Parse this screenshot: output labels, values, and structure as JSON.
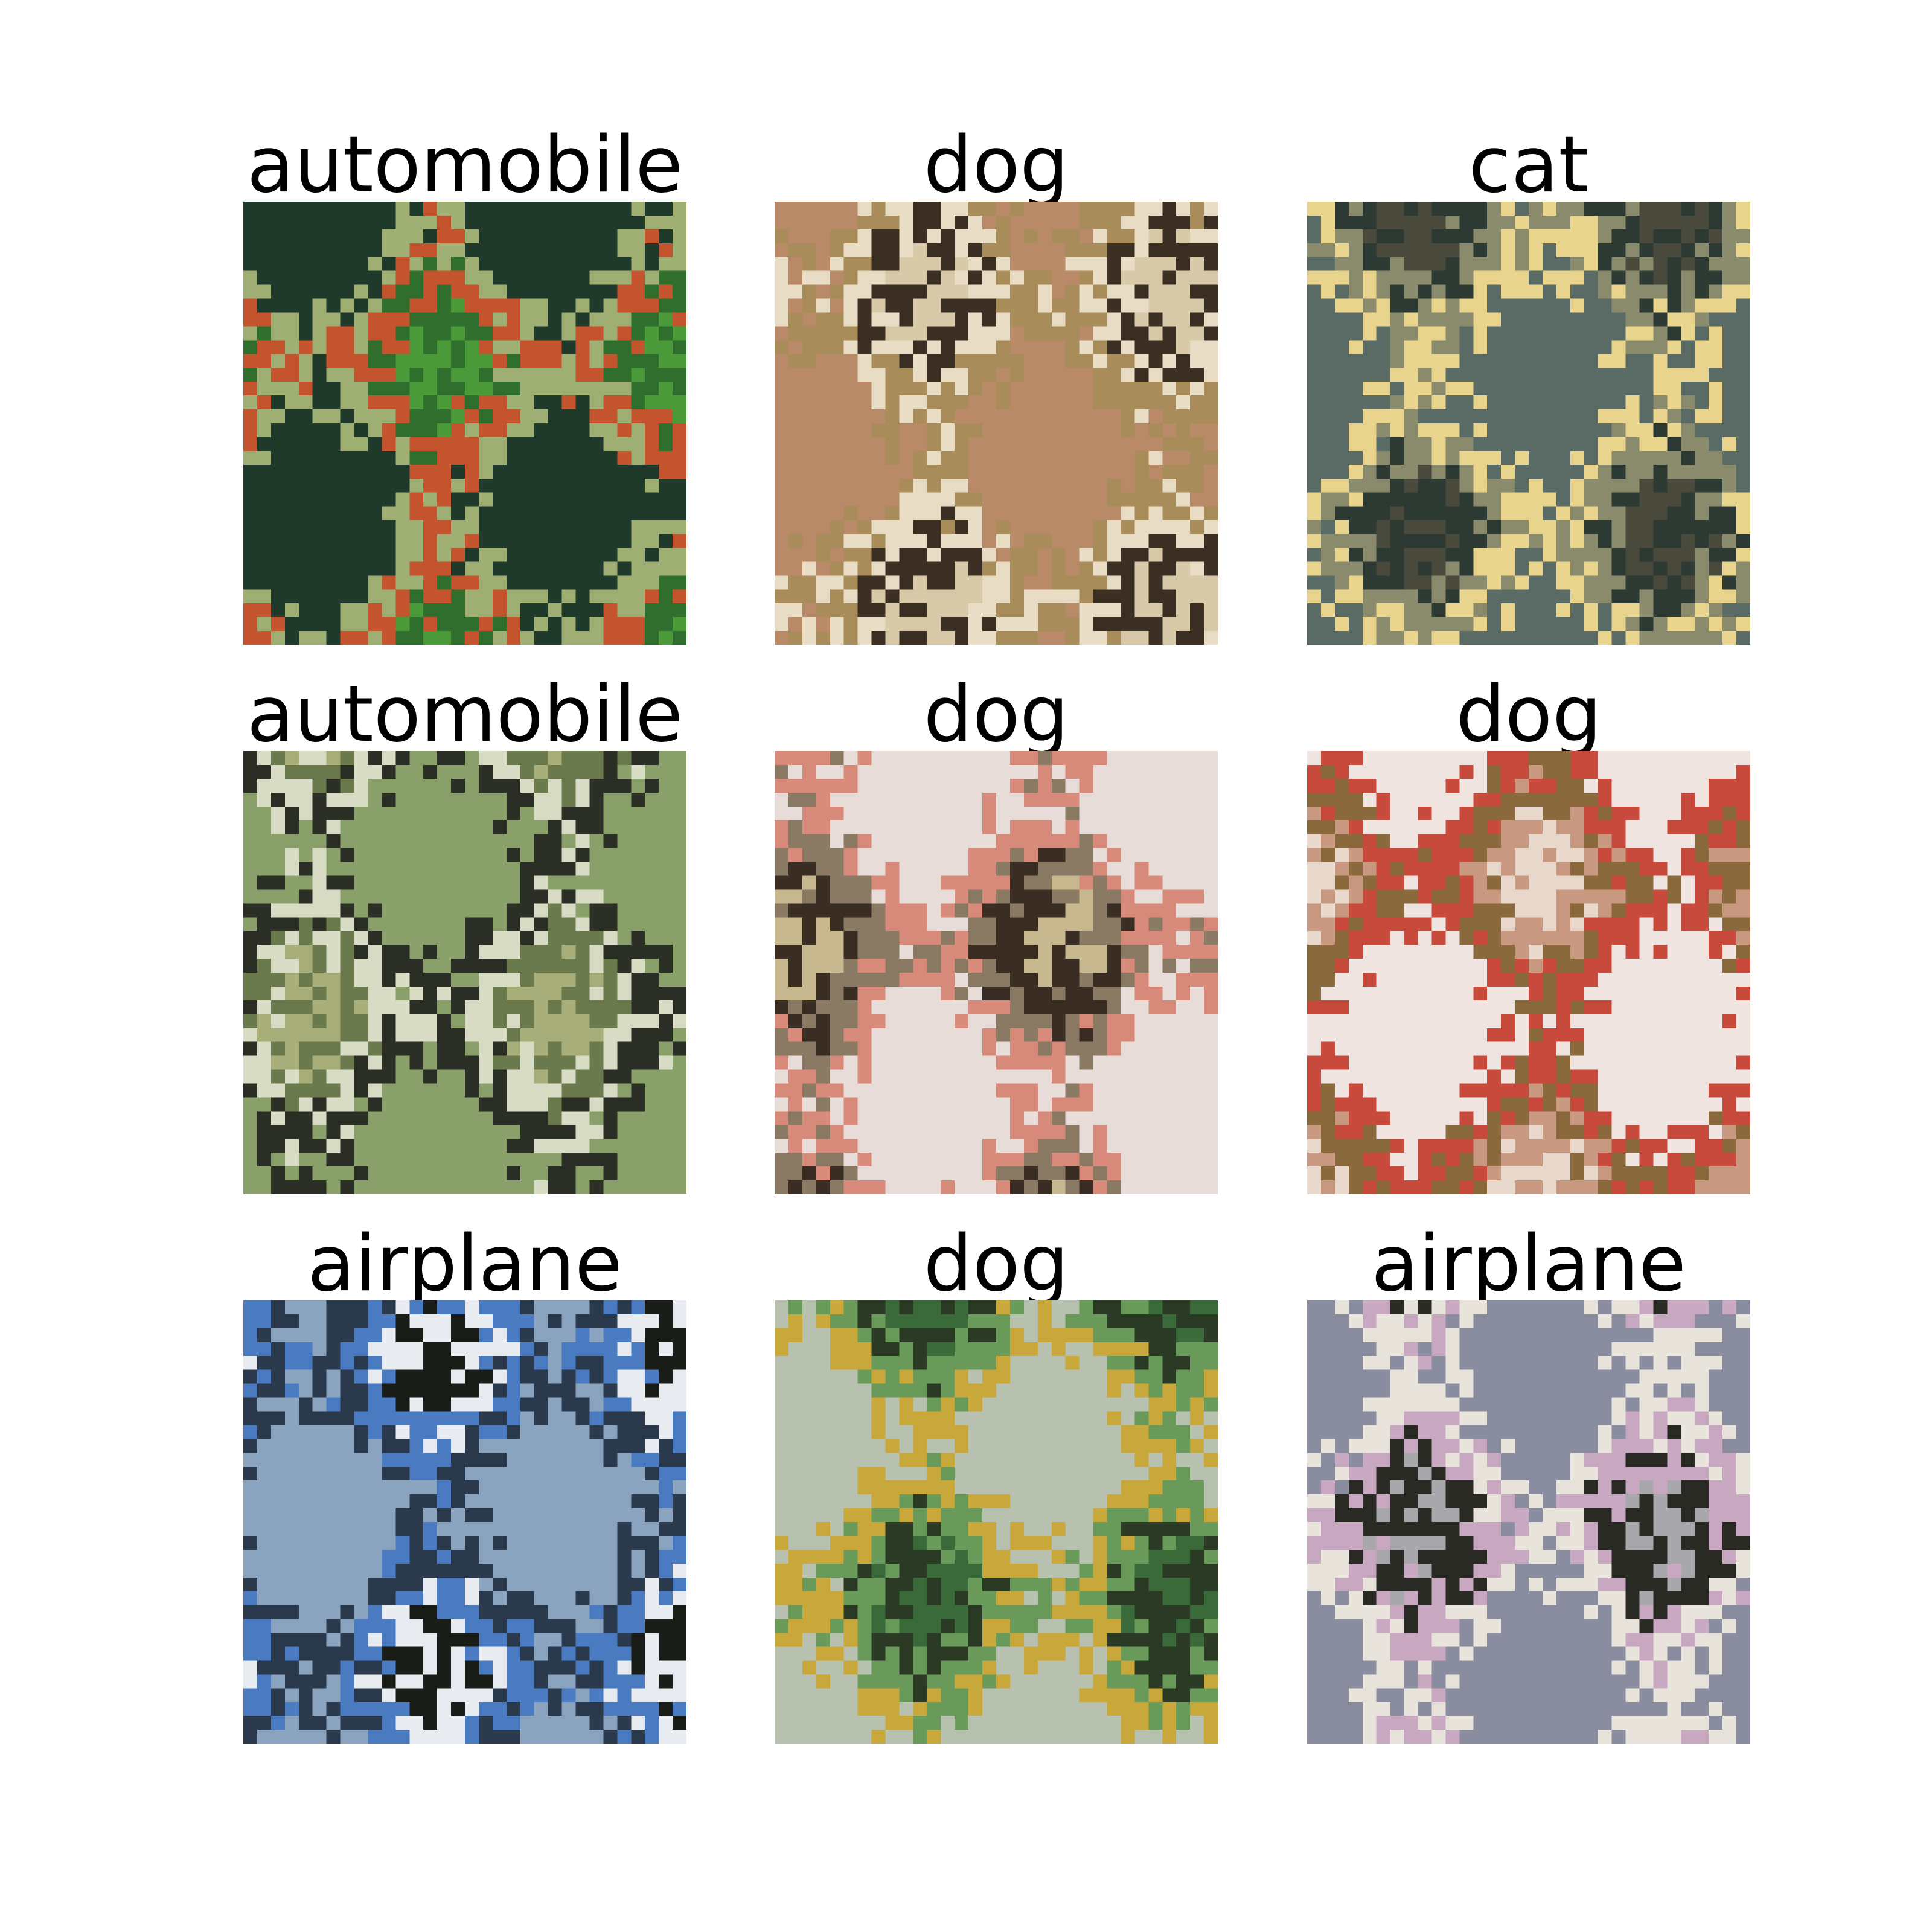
{
  "grid": {
    "rows": 3,
    "columns": 3,
    "images": [
      {
        "label": "automobile",
        "palette": [
          "#4a9a3a",
          "#2f6e2c",
          "#c4542e",
          "#9fae72",
          "#1f3a2a"
        ]
      },
      {
        "label": "dog",
        "palette": [
          "#d8c9a8",
          "#3b2f24",
          "#e8dcc4",
          "#a88c5a",
          "#b88a68"
        ]
      },
      {
        "label": "cat",
        "palette": [
          "#4a4a3c",
          "#2d3a34",
          "#8a8a6c",
          "#e8d48c",
          "#5a6a64"
        ]
      },
      {
        "label": "automobile",
        "palette": [
          "#a8ae7a",
          "#6a7a4c",
          "#d8dcc4",
          "#2a2e24",
          "#8aa06a"
        ]
      },
      {
        "label": "dog",
        "palette": [
          "#c8b890",
          "#3a2e24",
          "#8a7a64",
          "#d88a7a",
          "#e8dcd8"
        ]
      },
      {
        "label": "dog",
        "palette": [
          "#e8d8cc",
          "#c89880",
          "#8a6a3c",
          "#c84a3c",
          "#f0e4e0"
        ]
      },
      {
        "label": "airplane",
        "palette": [
          "#1a1c18",
          "#e8ecf0",
          "#4a7ac0",
          "#2a3a4c",
          "#8aa4c0"
        ]
      },
      {
        "label": "dog",
        "palette": [
          "#3a6a3a",
          "#2a3a24",
          "#6a9a5a",
          "#c8a83a",
          "#b8c0b0"
        ]
      },
      {
        "label": "airplane",
        "palette": [
          "#a8a8ac",
          "#2a2a24",
          "#c8a8c0",
          "#e8e4dc",
          "#8a8ca0"
        ]
      }
    ]
  }
}
